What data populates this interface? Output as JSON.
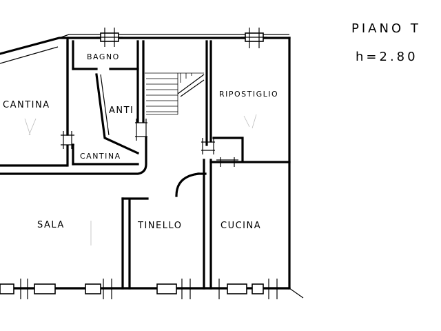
{
  "header": {
    "floor": "PIANO T",
    "height": "h=2.80"
  },
  "rooms": {
    "bagno": "BAGNO",
    "cantina_left": "CANTINA",
    "anti": "ANTI",
    "cantina_small": "CANTINA",
    "ripostiglio": "RIPOSTIGLIO",
    "sala": "SALA",
    "tinello": "TINELLO",
    "cucina": "CUCINA"
  }
}
